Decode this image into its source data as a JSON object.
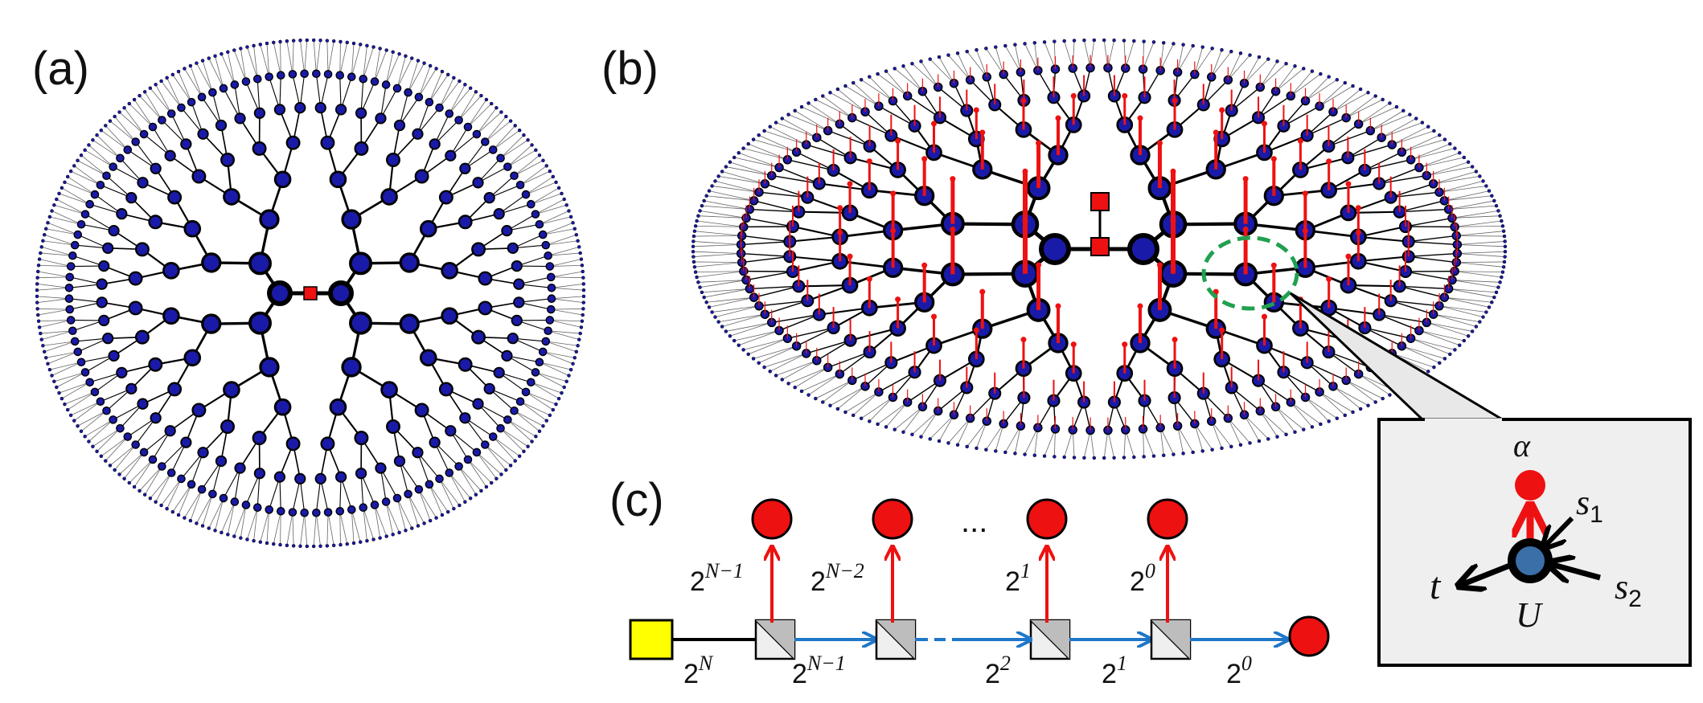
{
  "panels": {
    "a": {
      "label": "(a)"
    },
    "b": {
      "label": "(b)"
    },
    "c": {
      "label": "(c)"
    }
  },
  "colors": {
    "node_fill": "#1a1aa8",
    "node_stroke": "#000000",
    "edge": "#000000",
    "red": "#ee1111",
    "blue_arrow": "#1f77c8",
    "yellow": "#ffff00",
    "gray_box": "#efefef",
    "green_dash": "#20a050",
    "inset_node": "#3a6fa8"
  },
  "chain": {
    "ellipsis": "...",
    "top_labels": [
      {
        "base": "2",
        "sup": "N−1"
      },
      {
        "base": "2",
        "sup": "N−2"
      },
      {
        "base": "2",
        "sup": "1"
      },
      {
        "base": "2",
        "sup": "0"
      }
    ],
    "bottom_labels": [
      {
        "base": "2",
        "sup": "N"
      },
      {
        "base": "2",
        "sup": "N−1"
      },
      {
        "base": "2",
        "sup": "2"
      },
      {
        "base": "2",
        "sup": "1"
      },
      {
        "base": "2",
        "sup": "0"
      }
    ]
  },
  "inset": {
    "alpha": "α",
    "s": "s",
    "s1_sub": "1",
    "s2_sub": "2",
    "t": "t",
    "U": "U"
  }
}
